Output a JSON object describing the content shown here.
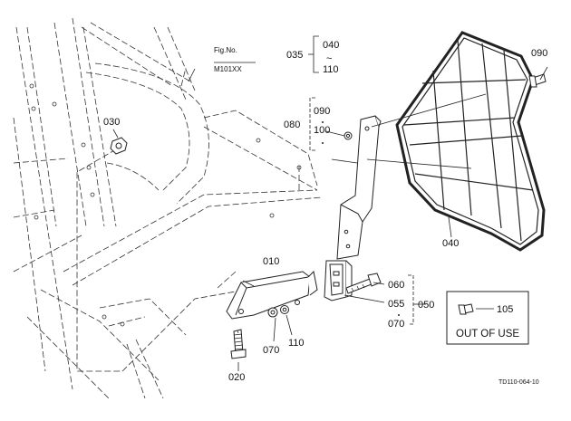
{
  "callouts": {
    "p010": "010",
    "p020": "020",
    "p030": "030",
    "p035": "035",
    "p040a": "040",
    "p040b": "040",
    "p050": "050",
    "p055": "055",
    "p060": "060",
    "p070a": "070",
    "p070b": "070",
    "p080": "080",
    "p090a": "090",
    "p090b": "090",
    "p100": "100",
    "p105": "105",
    "p110a": "110",
    "p110b": "110"
  },
  "range_sep": "~",
  "fig_ref": {
    "title": "Fig.No.",
    "number": "M101XX"
  },
  "out_of_use": "OUT OF USE",
  "drawing_code": "TD110-064-10"
}
